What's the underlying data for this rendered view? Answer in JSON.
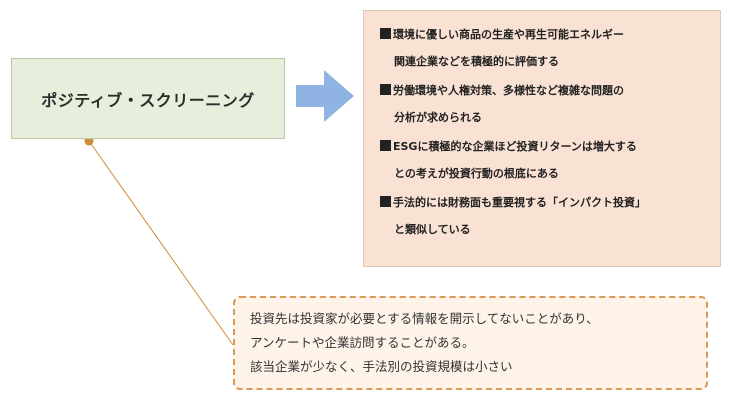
{
  "colors": {
    "concept_fill": "#e7efdc",
    "features_fill": "#f9e2d4",
    "arrow": "#8fb4e3",
    "connector": "#d08a3c",
    "note_border": "#d99a5a",
    "note_fill": "#fdf3e9"
  },
  "concept": {
    "title": "ポジティブ・スクリーニング"
  },
  "features": {
    "marker": "black-square",
    "items": [
      {
        "line1": "環境に優しい商品の生産や再生可能エネルギー",
        "line2": "関連企業などを積極的に評価する"
      },
      {
        "line1": "労働環境や人権対策、多様性など複雑な問題の",
        "line2": "分析が求められる"
      },
      {
        "line1": "ESGに積極的な企業ほど投資リターンは増大する",
        "line2": "との考えが投資行動の根底にある"
      },
      {
        "line1": "手法的には財務面も重要視する「インパクト投資」",
        "line2": "と類似している"
      }
    ]
  },
  "note": {
    "lines": [
      "投資先は投資家が必要とする情報を開示してないことがあり、",
      "アンケートや企業訪問することがある。",
      "該当企業が少なく、手法別の投資規模は小さい"
    ]
  }
}
